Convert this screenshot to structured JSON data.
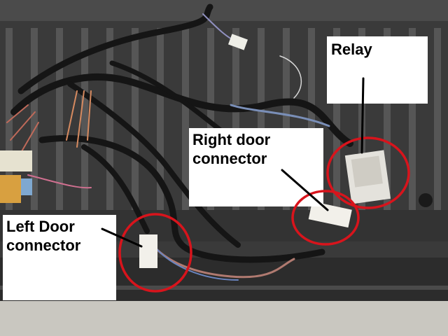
{
  "labels": {
    "relay": "Relay",
    "right_door_line1": "Right door",
    "right_door_line2": "connector",
    "left_door_line1": "Left Door",
    "left_door_line2": "connector"
  },
  "colors": {
    "bedliner": "#3a3a3a",
    "bedliner_ridge": "#5a5a5a",
    "tailgate": "#2c2c2c",
    "ground": "#c9c7c0",
    "harness_tape": "#1a1a1a",
    "highlight_circle": "#d8141c",
    "label_background": "#ffffff",
    "label_text": "#000000"
  }
}
